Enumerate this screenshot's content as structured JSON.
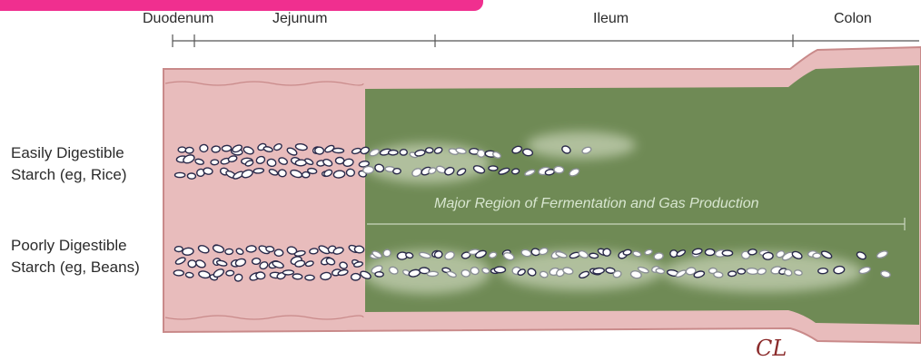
{
  "segments": {
    "duodenum": "Duodenum",
    "jejunum": "Jejunum",
    "ileum": "Ileum",
    "colon": "Colon"
  },
  "starch_rows": {
    "easy_line1": "Easily Digestible",
    "easy_line2": "Starch (eg, Rice)",
    "poor_line1": "Poorly Digestible",
    "poor_line2": "Starch (eg, Beans)"
  },
  "fermentation_label": "Major Region of Fermentation and Gas Production",
  "signature": "CL",
  "colors": {
    "accent_bar": "#f02f8f",
    "intestine_wall": "#e8bcbc",
    "wall_edge": "#c98a8a",
    "fermentation_region": "#6f8a55",
    "granule_outline": "#2a2a4a",
    "granule_fill": "#ffffff"
  }
}
